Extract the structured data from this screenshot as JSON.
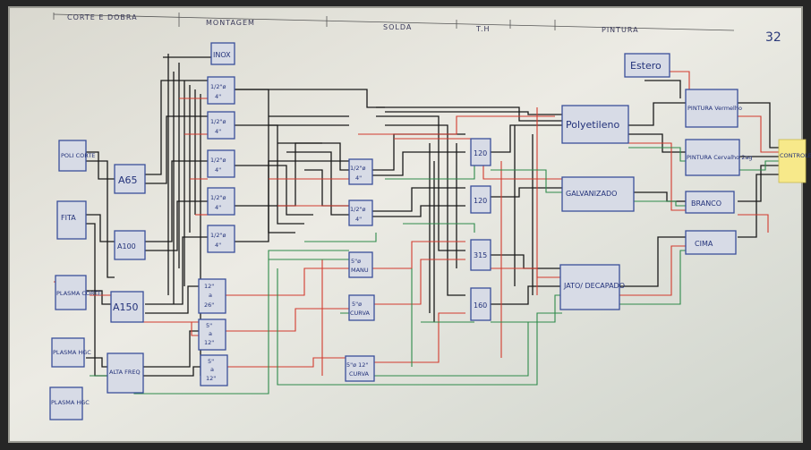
{
  "page_number": "32",
  "sections": [
    "CORTE E DOBRA",
    "MONTAGEM",
    "SOLDA",
    "T.H",
    "PINTURA"
  ],
  "corte": [
    "POLI CORTE",
    "FITA",
    "PLASMA CORTE",
    "PLASMA HGC",
    "PLASMA HGC"
  ],
  "dobra": [
    "A65",
    "A100",
    "A150",
    "ALTA FREQ"
  ],
  "montagem_top": "INOX",
  "montagem": [
    {
      "l1": "1/2\"ø",
      "l2": "4\""
    },
    {
      "l1": "1/2\"ø",
      "l2": "4\""
    },
    {
      "l1": "1/2\"ø",
      "l2": "4\""
    },
    {
      "l1": "1/2\"ø",
      "l2": "4\""
    },
    {
      "l1": "1/2\"ø",
      "l2": "4\""
    }
  ],
  "montagem_large": [
    {
      "l1": "12\"",
      "l2": "a",
      "l3": "26\""
    },
    {
      "l1": "5\"",
      "l2": "a",
      "l3": "12\""
    },
    {
      "l1": "5\"",
      "l2": "a",
      "l3": "12\""
    }
  ],
  "solda": [
    {
      "l1": "1/2\"ø",
      "l2": "4\""
    },
    {
      "l1": "1/2\"ø",
      "l2": "4\""
    },
    {
      "l1": "5\"ø",
      "l2": "MANU"
    },
    {
      "l1": "5\"ø",
      "l2": "CURVA"
    },
    {
      "l1": "5\"ø 12\"",
      "l2": "CURVA"
    }
  ],
  "th": [
    "120",
    "120",
    "315",
    "160"
  ],
  "pintura": [
    "Polyetileno",
    "GALVANIZADO",
    "JATO/ DECAPADO"
  ],
  "pintura_top": "Estero",
  "acabamento": [
    "PINTURA Vermelho",
    "PINTURA Cervalho 2ag",
    "BRANCO",
    "CIMA"
  ],
  "controle": "CONTROLE DE PRODUÇÃO",
  "colors": {
    "black": "#1a1a1a",
    "red": "#d23a2e",
    "green": "#2e8a4a",
    "board": "#e9e8e1"
  }
}
